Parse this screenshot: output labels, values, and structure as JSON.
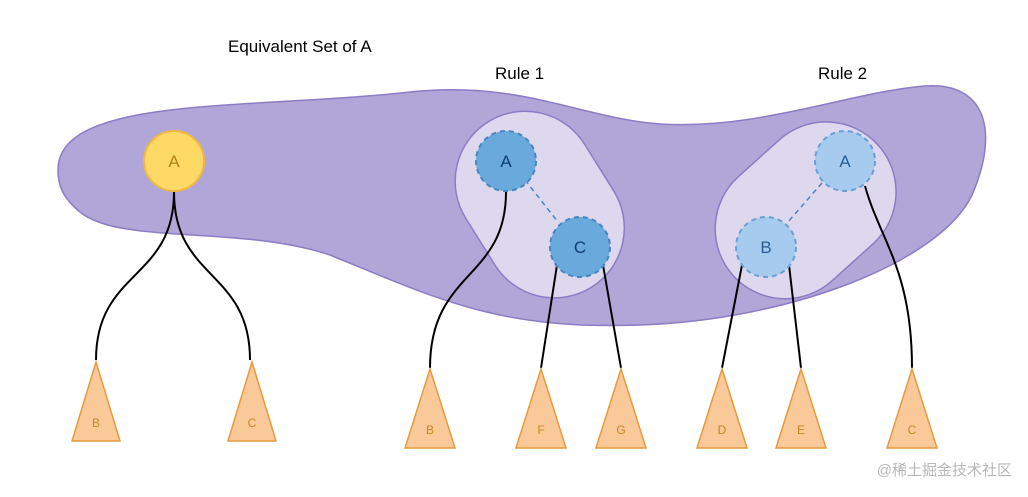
{
  "labels": {
    "equivalent_set": "Equivalent Set of A",
    "rule1": "Rule 1",
    "rule2": "Rule 2"
  },
  "nodes": {
    "root_a": "A",
    "rule1_a": "A",
    "rule1_c": "C",
    "rule2_a": "A",
    "rule2_b": "B"
  },
  "leaves": {
    "root_b": "B",
    "root_c": "C",
    "rule1_b": "B",
    "rule1_f": "F",
    "rule1_g": "G",
    "rule2_d": "D",
    "rule2_e": "E",
    "rule2_c": "C"
  },
  "watermark": "@稀土掘金技术社区",
  "colors": {
    "set_fill": "#b0a6d8",
    "set_stroke": "#8c7cc6",
    "group_fill": "#ddd8ee",
    "root_node_fill": "#ffd966",
    "root_node_stroke": "#f2b83d",
    "rule1_node_fill": "#6aa9dc",
    "rule2_node_fill": "#a6cbee",
    "node_stroke": "#4a84c0",
    "leaf_fill": "#f9c99a",
    "leaf_stroke": "#e59a3e"
  }
}
